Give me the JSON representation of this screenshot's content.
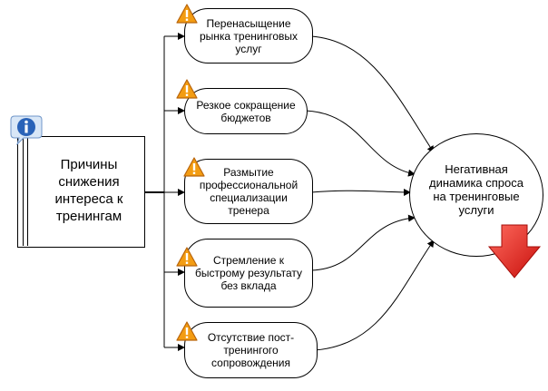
{
  "source": {
    "label": "Причины снижения интереса к тренингам",
    "icon": "info-icon"
  },
  "causes": [
    {
      "label": "Перенасыщение рынка тренинговых услуг",
      "icon": "warning-icon"
    },
    {
      "label": "Резкое сокращение бюджетов",
      "icon": "warning-icon"
    },
    {
      "label": "Размытие профессиональной специализации тренера",
      "icon": "warning-icon"
    },
    {
      "label": "Стремление к быстрому результату без вклада",
      "icon": "warning-icon"
    },
    {
      "label": "Отсутствие пост-тренингого сопровождения",
      "icon": "warning-icon"
    }
  ],
  "effect": {
    "label": "Негативная динамика спроса на тренинговые услуги",
    "icon": "down-arrow-icon"
  },
  "colors": {
    "warning": "#f39c12",
    "arrow": "#e8231e",
    "info": "#2a63b8",
    "bubble": "#d9e7f7"
  }
}
